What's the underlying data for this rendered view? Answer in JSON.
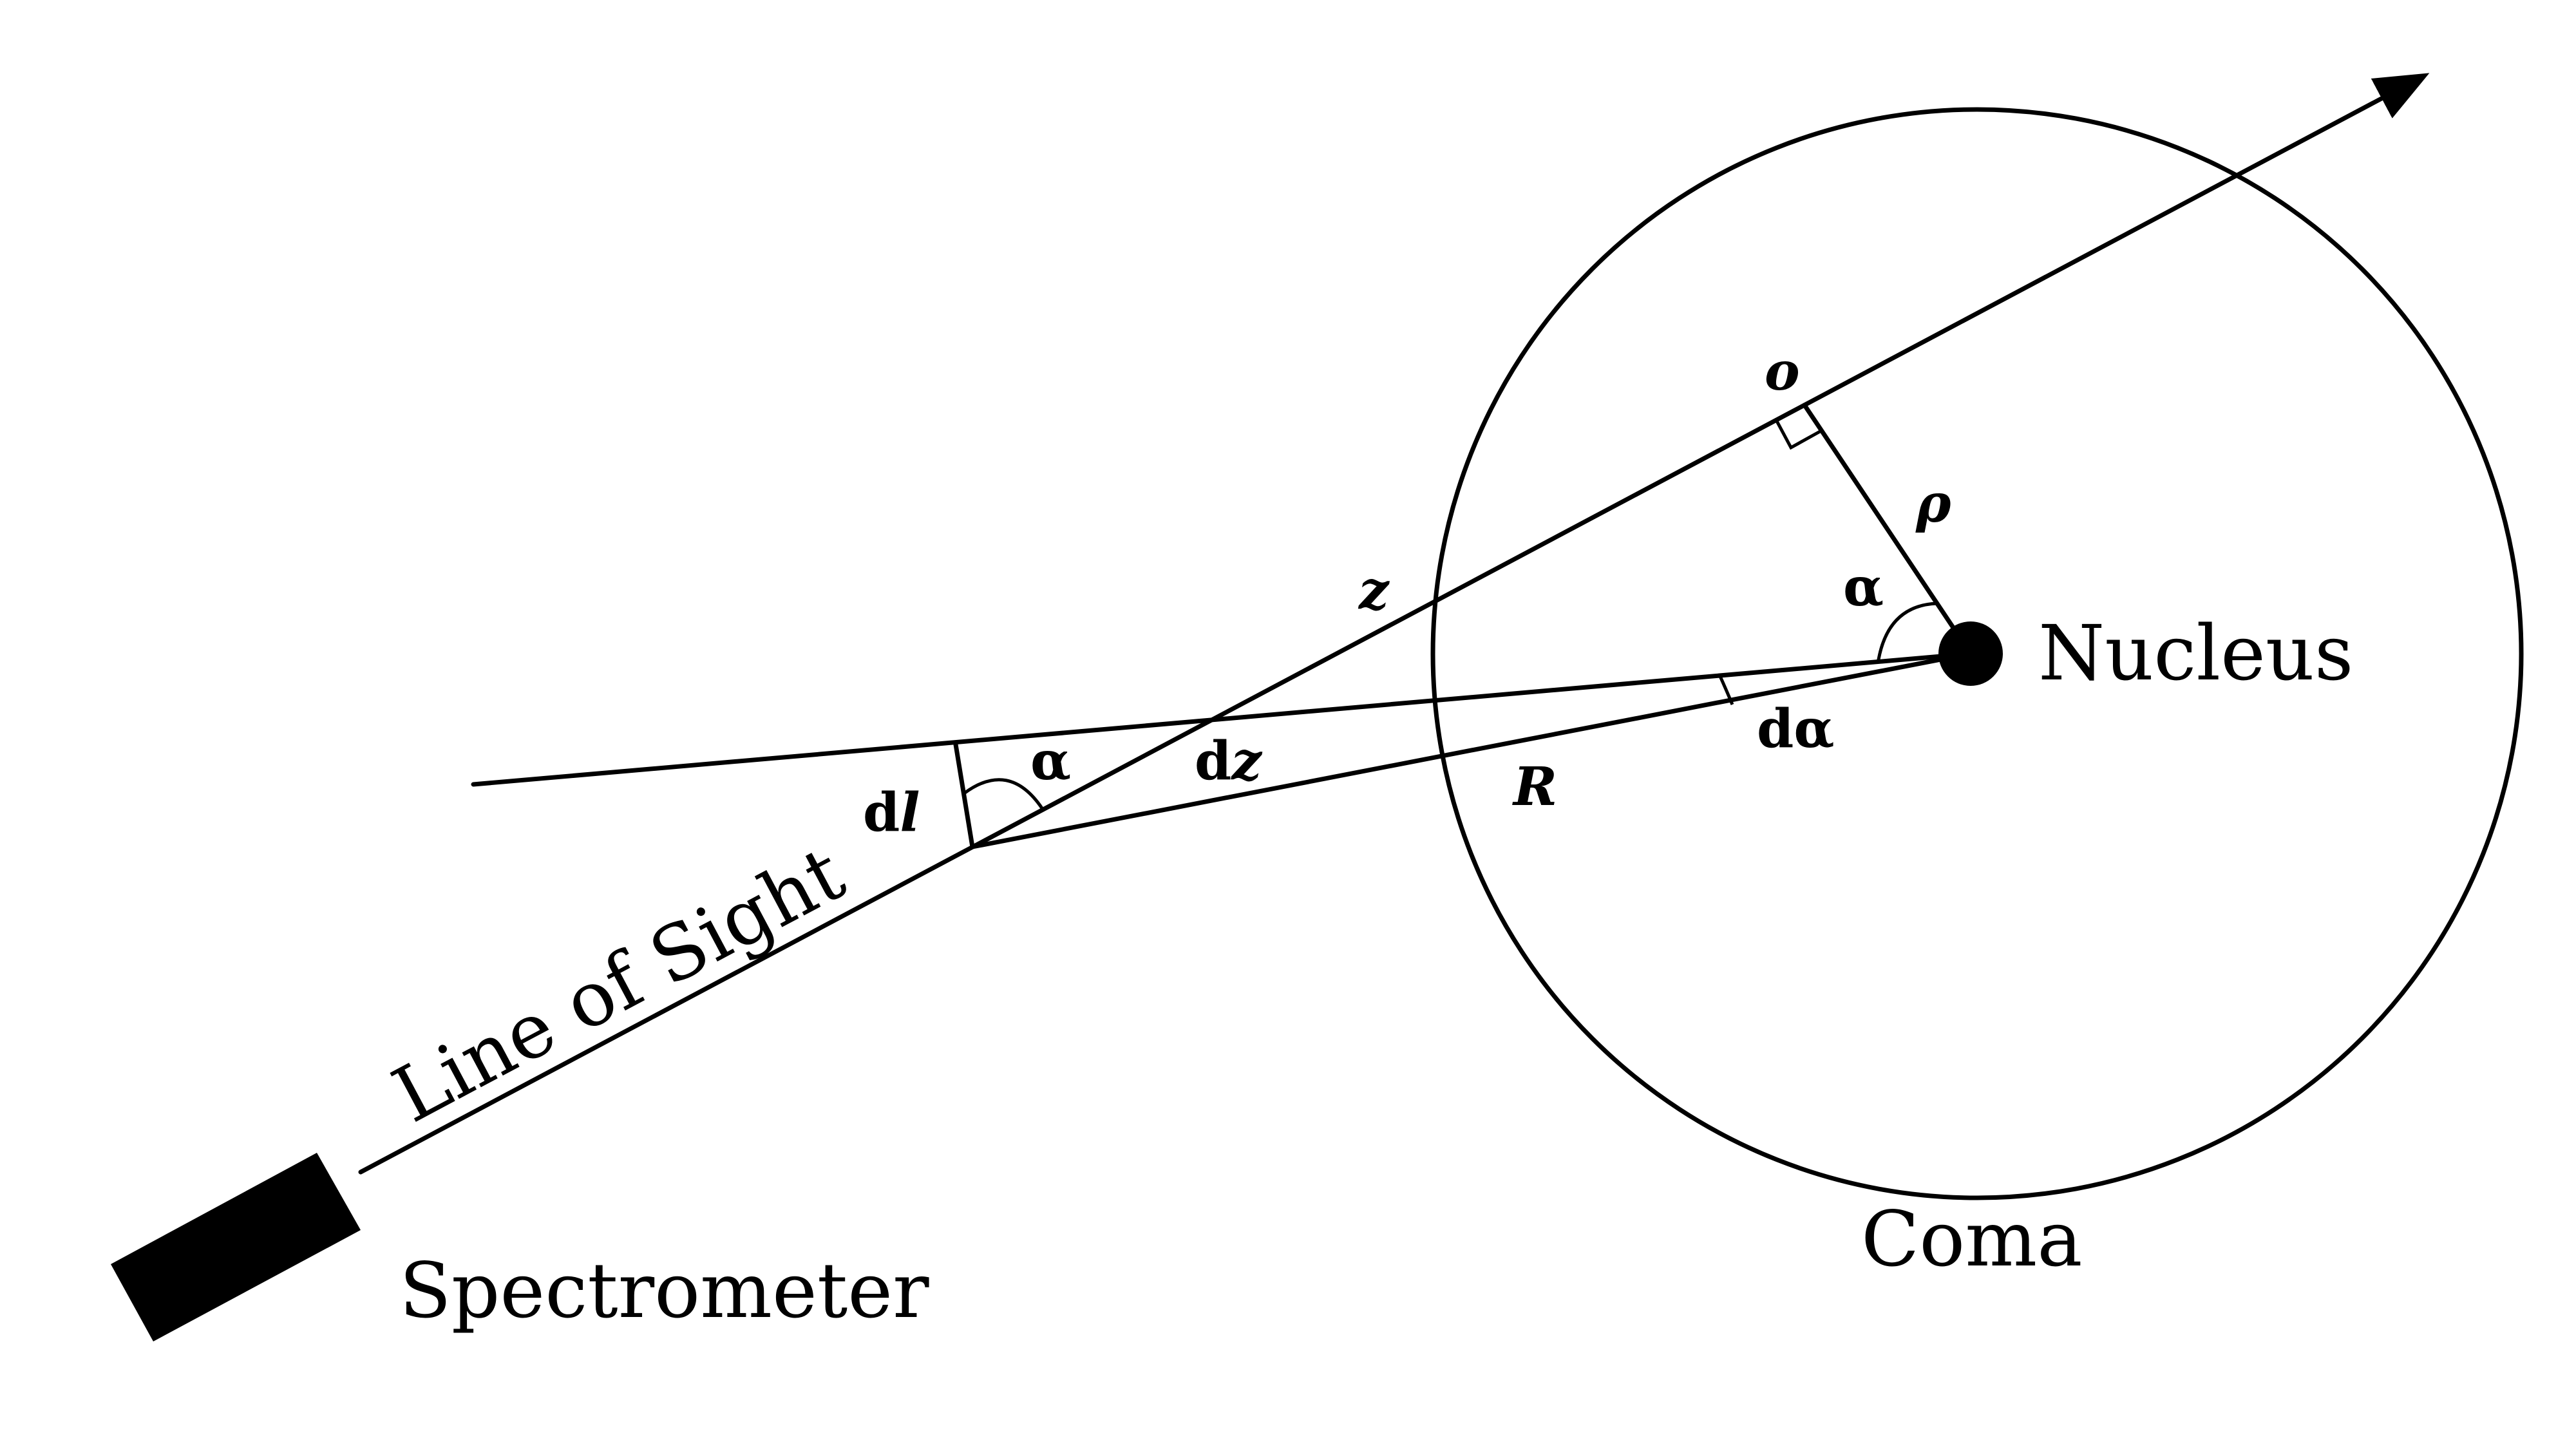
{
  "labels": {
    "nucleus": "Nucleus",
    "coma": "Coma",
    "spectrometer": "Spectrometer",
    "line_of_sight": "Line of Sight",
    "o": "o",
    "rho": "ρ",
    "alpha_nucleus": "α",
    "alpha_element": "α",
    "z": "z",
    "dz_prefix": "d",
    "dz_var": "z",
    "dl_prefix": "d",
    "dl_var": "l",
    "R": "R",
    "dalpha": "dα"
  },
  "colors": {
    "ink": "#000000",
    "background": "#ffffff"
  }
}
